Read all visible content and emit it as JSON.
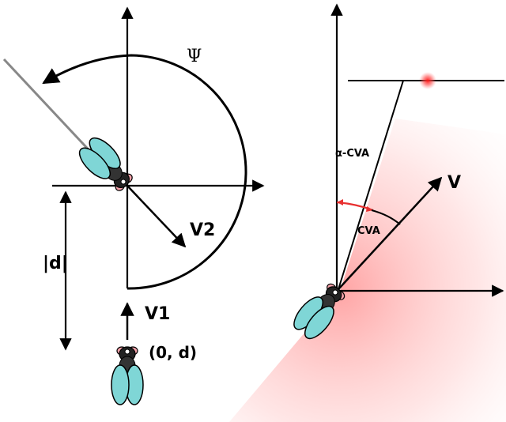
{
  "left_panel": {
    "psi_label": "Ψ",
    "v1_label": "V1",
    "v2_label": "V2",
    "d_label": "|d|",
    "origin_label": "(0, d)"
  },
  "right_panel": {
    "v_label": "V",
    "alpha_cva_label": "α-CVA",
    "cva_label": "CVA"
  },
  "colors": {
    "stroke": "#000000",
    "fly_wing": "#7fd6d6",
    "fly_body": "#222222",
    "fly_eye": "#f2a0a8",
    "target": "#ff2020",
    "cva_arc": "#e83030",
    "cone": "#ff7070"
  }
}
